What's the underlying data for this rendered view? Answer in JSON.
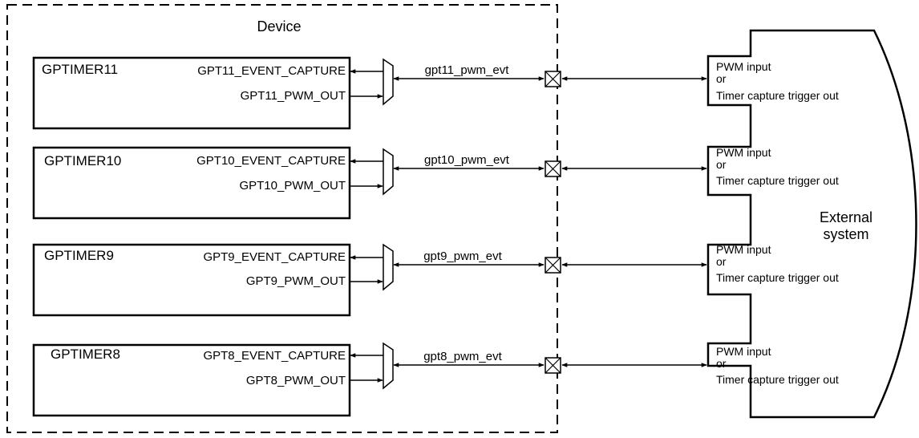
{
  "device": {
    "label": "Device"
  },
  "external": {
    "label_line1": "External",
    "label_line2": "system"
  },
  "blocks": [
    {
      "timer": "GPTIMER11",
      "capture": "GPT11_EVENT_CAPTURE",
      "pwm_out": "GPT11_PWM_OUT",
      "signal": "gpt11_pwm_evt",
      "ext_line1": "PWM input",
      "ext_line2": "or",
      "ext_line3": "Timer capture trigger out"
    },
    {
      "timer": "GPTIMER10",
      "capture": "GPT10_EVENT_CAPTURE",
      "pwm_out": "GPT10_PWM_OUT",
      "signal": "gpt10_pwm_evt",
      "ext_line1": "PWM input",
      "ext_line2": "or",
      "ext_line3": "Timer capture trigger out"
    },
    {
      "timer": "GPTIMER9",
      "capture": "GPT9_EVENT_CAPTURE",
      "pwm_out": "GPT9_PWM_OUT",
      "signal": "gpt9_pwm_evt",
      "ext_line1": "PWM input",
      "ext_line2": "or",
      "ext_line3": "Timer capture trigger out"
    },
    {
      "timer": "GPTIMER8",
      "capture": "GPT8_EVENT_CAPTURE",
      "pwm_out": "GPT8_PWM_OUT",
      "signal": "gpt8_pwm_evt",
      "ext_line1": "PWM input",
      "ext_line2": "or",
      "ext_line3": "Timer capture trigger out"
    }
  ]
}
